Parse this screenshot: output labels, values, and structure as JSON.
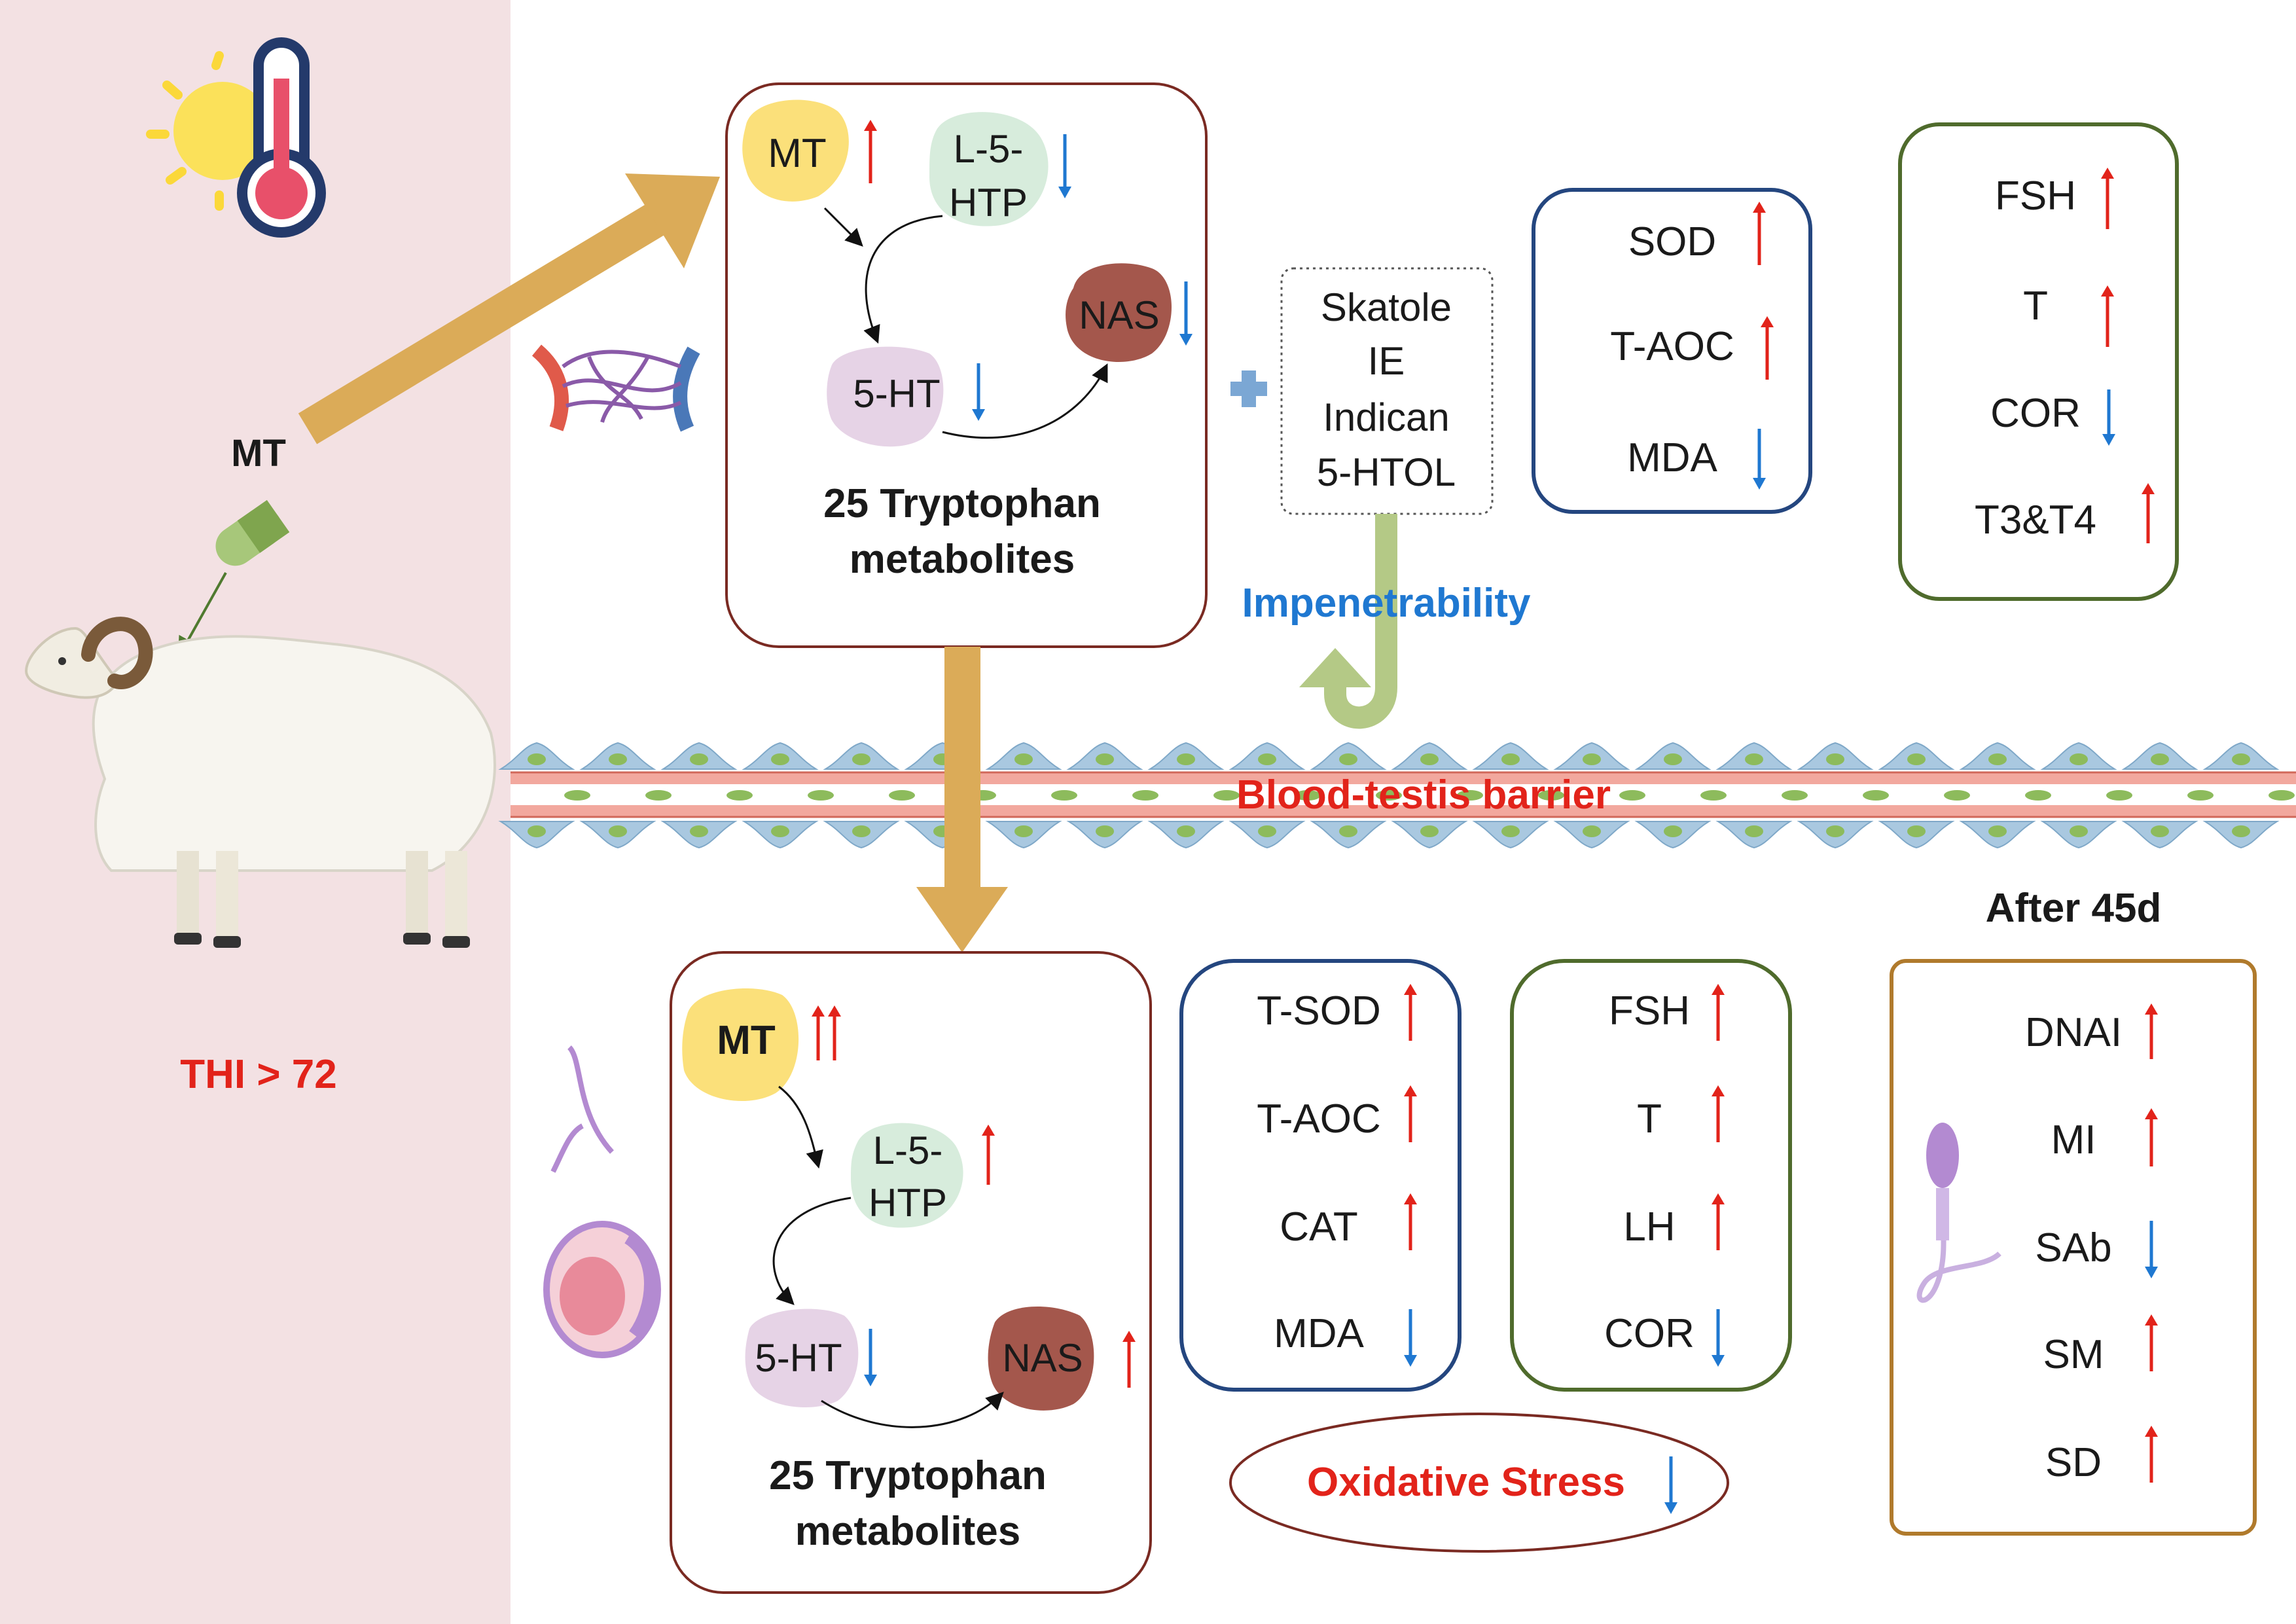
{
  "left_panel": {
    "mt_label": "MT",
    "thi_label": "THI > 72",
    "colors": {
      "panel_bg": "#f3e1e3",
      "thi": "#e2231a"
    }
  },
  "top_metabolism": {
    "nodes": {
      "mt": "MT",
      "l5htp_line1": "L-5-",
      "l5htp_line2": "HTP",
      "ht5": "5-HT",
      "nas": "NAS"
    },
    "caption_line1": "25 Tryptophan",
    "caption_line2": "metabolites",
    "trends": {
      "mt": "up",
      "l5htp": "down",
      "ht5": "down",
      "nas": "down"
    }
  },
  "indoles": {
    "items": [
      "Skatole",
      "IE",
      "Indican",
      "5-HTOL"
    ],
    "impenetrability": "Impenetrability"
  },
  "serum_antioxidant": {
    "items": [
      {
        "label": "SOD",
        "trend": "up"
      },
      {
        "label": "T-AOC",
        "trend": "up"
      },
      {
        "label": "MDA",
        "trend": "down"
      }
    ]
  },
  "serum_hormones": {
    "items": [
      {
        "label": "FSH",
        "trend": "up"
      },
      {
        "label": "T",
        "trend": "up"
      },
      {
        "label": "COR",
        "trend": "down"
      },
      {
        "label": "T3&T4",
        "trend": "up"
      }
    ]
  },
  "barrier": {
    "label": "Blood-testis barrier"
  },
  "bottom_metabolism": {
    "nodes": {
      "mt": "MT",
      "l5htp_line1": "L-5-",
      "l5htp_line2": "HTP",
      "ht5": "5-HT",
      "nas": "NAS"
    },
    "caption_line1": "25 Tryptophan",
    "caption_line2": "metabolites",
    "trends": {
      "mt": "double-up",
      "l5htp": "up",
      "ht5": "down",
      "nas": "up"
    }
  },
  "testis_antioxidant": {
    "items": [
      {
        "label": "T-SOD",
        "trend": "up"
      },
      {
        "label": "T-AOC",
        "trend": "up"
      },
      {
        "label": "CAT",
        "trend": "up"
      },
      {
        "label": "MDA",
        "trend": "down"
      }
    ]
  },
  "testis_hormones": {
    "items": [
      {
        "label": "FSH",
        "trend": "up"
      },
      {
        "label": "T",
        "trend": "up"
      },
      {
        "label": "LH",
        "trend": "up"
      },
      {
        "label": "COR",
        "trend": "down"
      }
    ]
  },
  "oxidative_stress": {
    "label": "Oxidative Stress",
    "trend": "down"
  },
  "sperm": {
    "header": "After 45d",
    "items": [
      {
        "label": "DNAI",
        "trend": "up"
      },
      {
        "label": "MI",
        "trend": "up"
      },
      {
        "label": "SAb",
        "trend": "down"
      },
      {
        "label": "SM",
        "trend": "up"
      },
      {
        "label": "SD",
        "trend": "up"
      }
    ]
  },
  "colors": {
    "brown_border": "#7a2a22",
    "navy_border": "#24467f",
    "green_border": "#4f6b2c",
    "orange_border": "#b07a2c",
    "big_arrow": "#dbab58",
    "up": "#e2231a",
    "down": "#1f78d1",
    "mt_node": "#fbe07a",
    "l5htp_node": "#d7ecdc",
    "ht5_node": "#e6d3e6",
    "nas_node": "#a4574c",
    "impenetrability": "#1f78d1",
    "barrier_text": "#e2231a",
    "cross": "#7ba7d4",
    "green_arrow": "#b4c986"
  }
}
